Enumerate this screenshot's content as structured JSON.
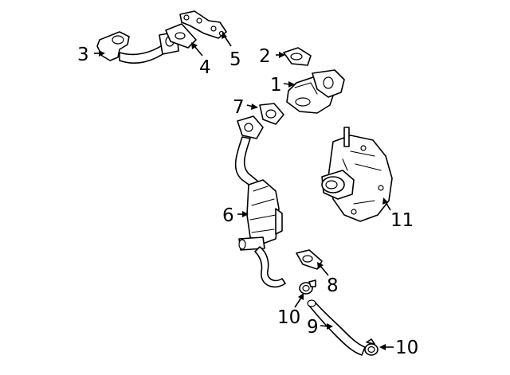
{
  "callouts": [
    {
      "id": "c1",
      "label": "1"
    },
    {
      "id": "c2",
      "label": "2"
    },
    {
      "id": "c3",
      "label": "3"
    },
    {
      "id": "c4",
      "label": "4"
    },
    {
      "id": "c5",
      "label": "5"
    },
    {
      "id": "c6",
      "label": "6"
    },
    {
      "id": "c7",
      "label": "7"
    },
    {
      "id": "c8",
      "label": "8"
    },
    {
      "id": "c9",
      "label": "9"
    },
    {
      "id": "c10a",
      "label": "10"
    },
    {
      "id": "c10b",
      "label": "10"
    },
    {
      "id": "c11",
      "label": "11"
    }
  ]
}
